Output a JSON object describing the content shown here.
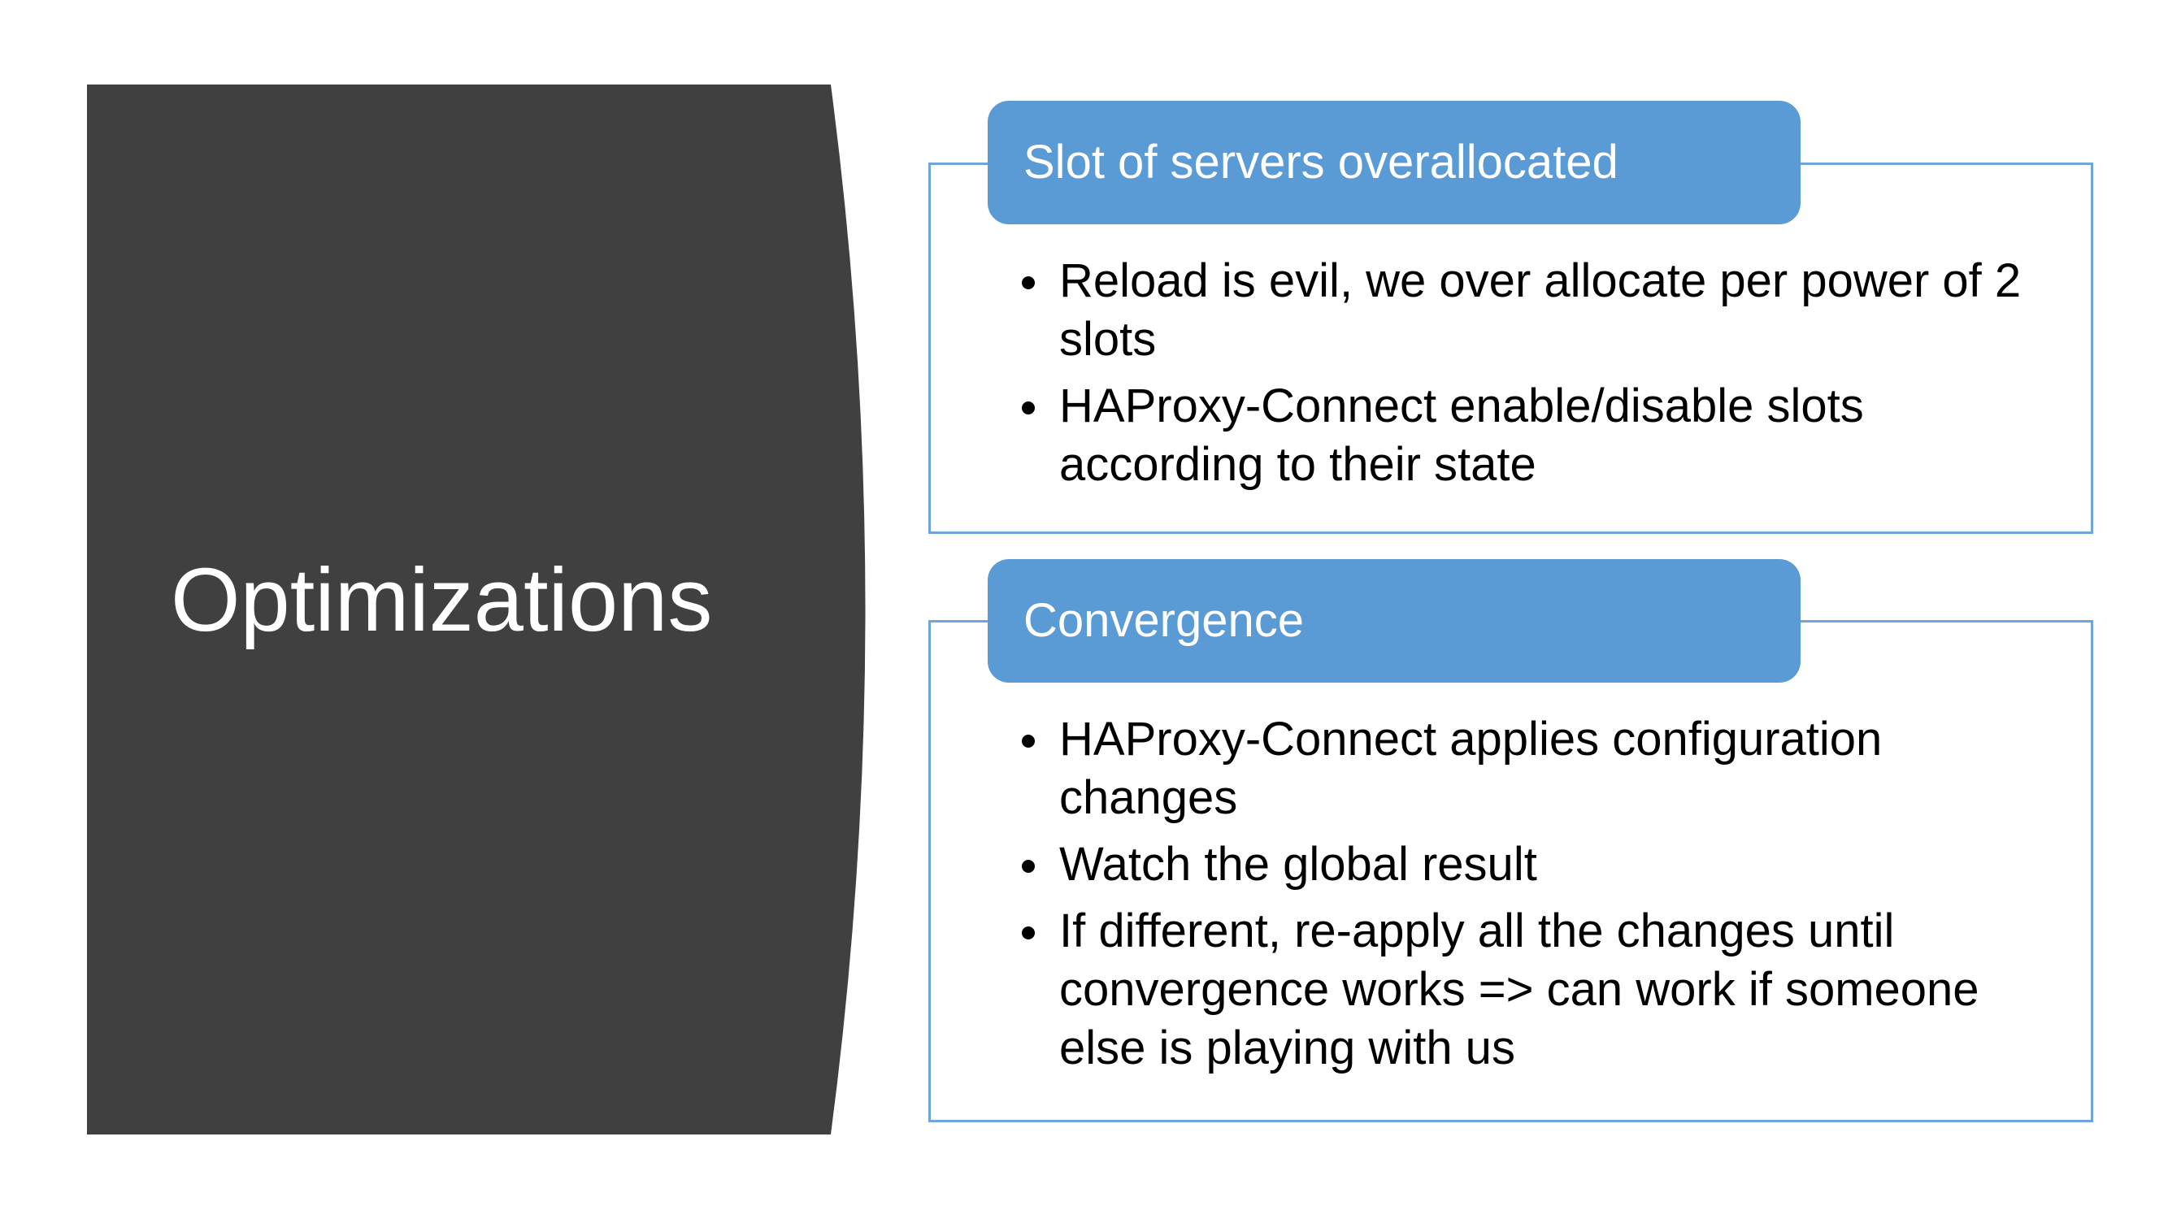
{
  "slide": {
    "title": "Optimizations",
    "colors": {
      "panel": "#404040",
      "accent": "#5b9bd5",
      "box_border": "#6fa5da"
    }
  },
  "sections": [
    {
      "header": "Slot of servers overallocated",
      "bullets": [
        "Reload is evil, we over allocate per power of 2 slots",
        "HAProxy-Connect enable/disable slots according to their state"
      ]
    },
    {
      "header": "Convergence",
      "bullets": [
        "HAProxy-Connect applies configuration changes",
        "Watch the global result",
        "If different, re-apply all the changes until convergence works => can work if someone else is playing with us"
      ]
    }
  ]
}
